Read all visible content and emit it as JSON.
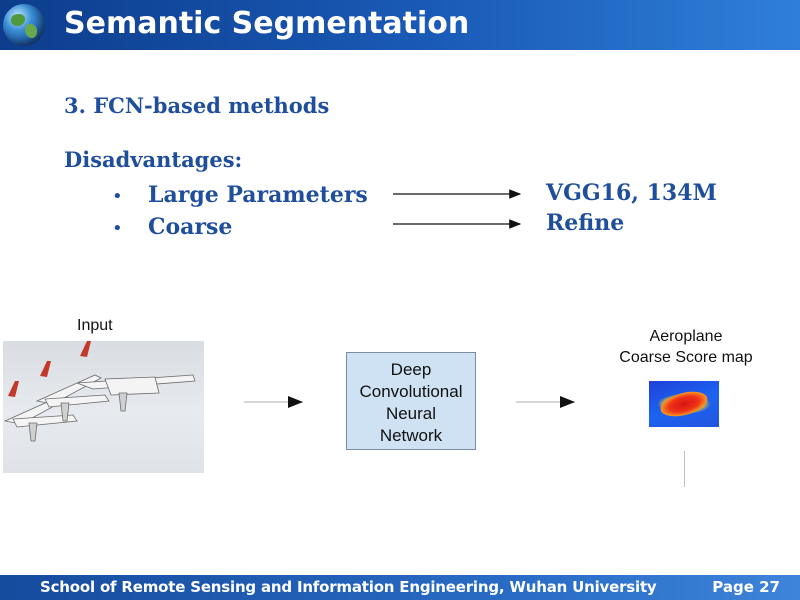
{
  "header": {
    "title": "Semantic Segmentation"
  },
  "content": {
    "subtitle": "3. FCN-based methods",
    "disadvantages_heading": "Disadvantages:",
    "bullets": [
      {
        "marker": "•",
        "text": "Large Parameters",
        "result": "VGG16, 134M"
      },
      {
        "marker": "•",
        "text": "Coarse",
        "result": "Refine"
      }
    ]
  },
  "figure": {
    "input_label": "Input",
    "network_label_lines": [
      "Deep",
      "Convolutional",
      "Neural",
      "Network"
    ],
    "output_label_lines": [
      "Aeroplane",
      "Coarse Score map"
    ]
  },
  "footer": {
    "school": "School of Remote Sensing and Information Engineering, Wuhan University",
    "page": "Page 27"
  },
  "colors": {
    "accent_text": "#1f4e9c",
    "header_bar": "#1a5bb8",
    "box_fill": "#cfe2f3"
  },
  "icons": {
    "header_logo": "globe-icon",
    "arrows": "arrow-right-icon"
  }
}
